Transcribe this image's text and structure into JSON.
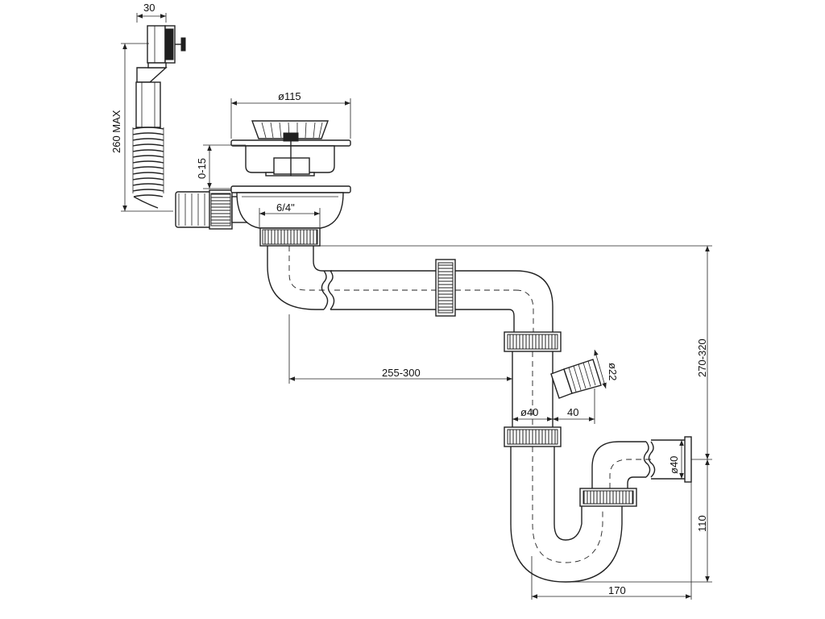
{
  "dimensions": {
    "overflow_width": "30",
    "overflow_height": "260 MAX",
    "strainer_diameter": "ø115",
    "strainer_height": "0-15",
    "outlet_thread": "6/4\"",
    "horizontal_run": "255-300",
    "vertical_drop": "270-320",
    "side_inlet_diameter": "ø22",
    "pipe_diameter": "ø40",
    "side_inlet_offset": "40",
    "outlet_diameter": "ø40",
    "outlet_height": "110",
    "trap_width": "170"
  }
}
